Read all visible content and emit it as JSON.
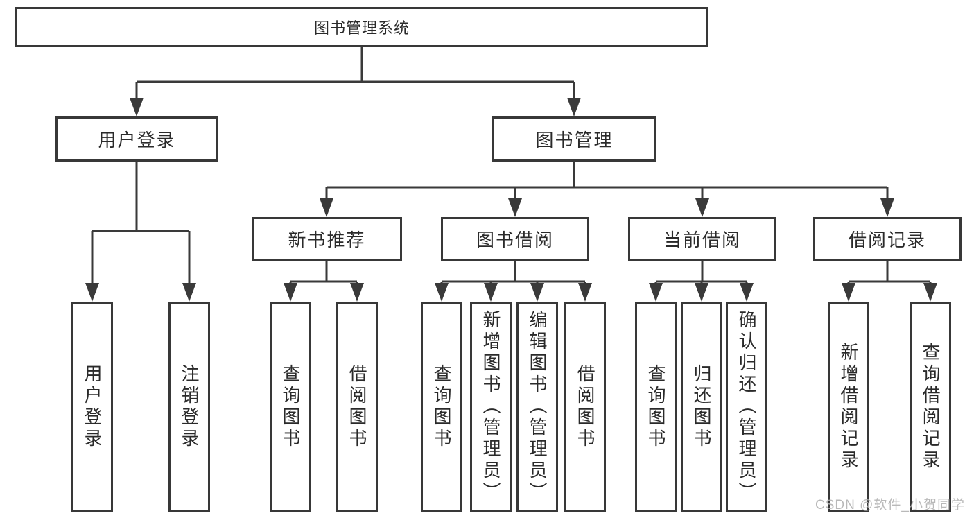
{
  "diagram": {
    "type": "hierarchy-diagram",
    "root": {
      "label": "图书管理系统"
    },
    "branches": [
      {
        "label": "用户登录",
        "children": [
          {
            "label": "用户登录"
          },
          {
            "label": "注销登录"
          }
        ]
      },
      {
        "label": "图书管理",
        "children": [
          {
            "label": "新书推荐",
            "children": [
              {
                "label": "查询图书"
              },
              {
                "label": "借阅图书"
              }
            ]
          },
          {
            "label": "图书借阅",
            "children": [
              {
                "label": "查询图书"
              },
              {
                "label": "新增图书（管理员）"
              },
              {
                "label": "编辑图书（管理员）"
              },
              {
                "label": "借阅图书"
              }
            ]
          },
          {
            "label": "当前借阅",
            "children": [
              {
                "label": "查询图书"
              },
              {
                "label": "归还图书"
              },
              {
                "label": "确认归还（管理员）"
              }
            ]
          },
          {
            "label": "借阅记录",
            "children": [
              {
                "label": "新增借阅记录"
              },
              {
                "label": "查询借阅记录"
              }
            ]
          }
        ]
      }
    ]
  },
  "watermark": {
    "text": "CSDN @软件_小贺同学"
  },
  "colors": {
    "line": "#3a3a3a",
    "box_border": "#383838",
    "text": "#2a2a2a",
    "background": "#ffffff",
    "watermark": "#b2b2b2"
  }
}
